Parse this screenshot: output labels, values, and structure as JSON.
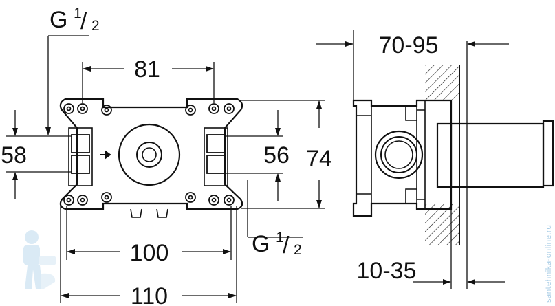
{
  "dimensions": {
    "front_width_inner": "81",
    "front_width_mid": "100",
    "front_width_outer": "110",
    "front_height_left": "58",
    "front_height_right_inner": "56",
    "front_height_right_outer": "74",
    "side_depth_range": "70-95",
    "side_wall_range": "10-35"
  },
  "thread_labels": {
    "top": {
      "base": "G",
      "numerator": "1",
      "slash": "/",
      "denominator": "2"
    },
    "bottom": {
      "base": "G",
      "numerator": "1",
      "slash": "/",
      "denominator": "2"
    }
  },
  "watermark": {
    "text": "santehnika-online.ru",
    "color": "#a9cde6"
  },
  "colors": {
    "line": "#111111",
    "background": "#ffffff"
  }
}
